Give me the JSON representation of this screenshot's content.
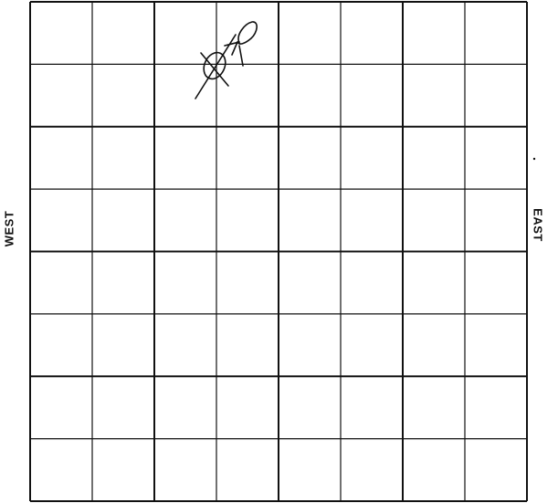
{
  "form": {
    "west_label": "WEST",
    "east_label": "EAST"
  },
  "grid": {
    "rows": 8,
    "columns": 8,
    "marked_cell": {
      "row": 1,
      "column": 3
    }
  },
  "colors": {
    "ink": "#111111",
    "paper": "#ffffff"
  }
}
